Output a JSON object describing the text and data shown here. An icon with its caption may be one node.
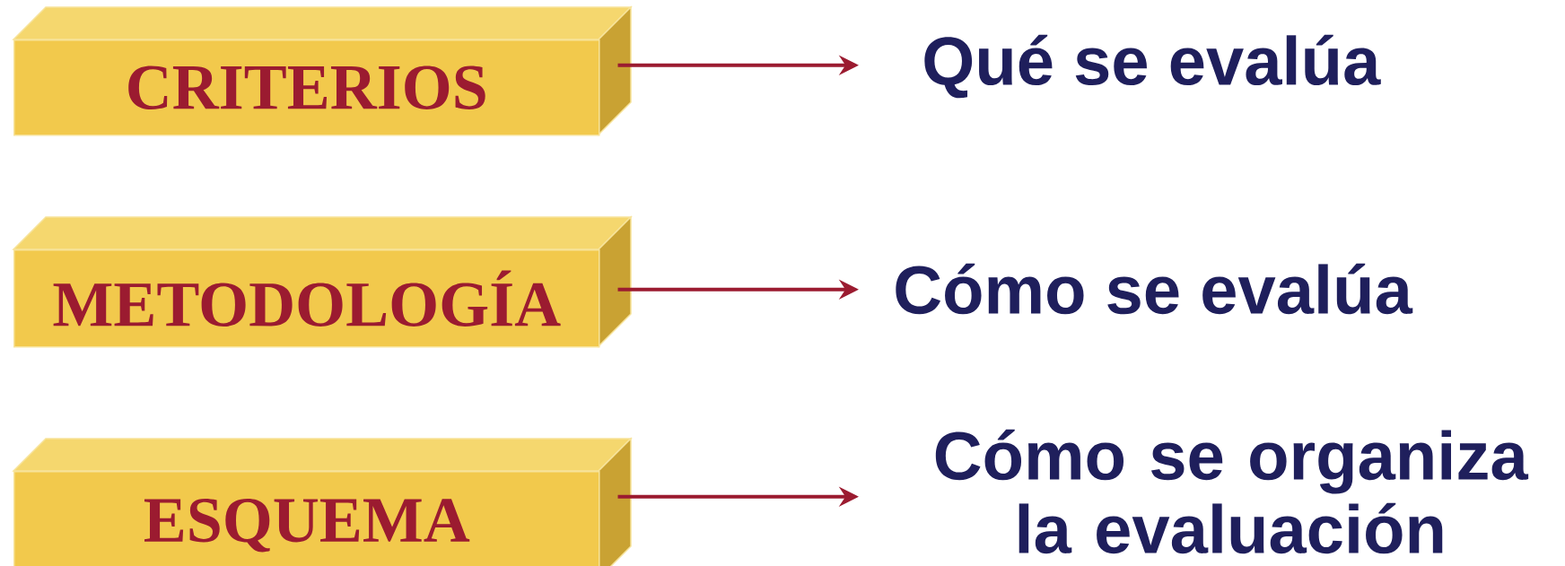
{
  "diagram": {
    "nodes": [
      {
        "text": [
          "CRITERIOS"
        ]
      },
      {
        "text": [
          "Qué se evalúa"
        ]
      },
      {
        "text": [
          "METODOLOGÍA"
        ]
      },
      {
        "text": [
          "Cómo se evalúa"
        ]
      },
      {
        "text": [
          "ESQUEMA"
        ]
      },
      {
        "text": [
          "Cómo se organiza la evaluación"
        ]
      }
    ],
    "edges": [
      {
        "from": 0,
        "to": 1,
        "arrow": "to"
      },
      {
        "from": 2,
        "to": 3,
        "arrow": "to"
      },
      {
        "from": 4,
        "to": 5,
        "arrow": "to"
      }
    ]
  }
}
